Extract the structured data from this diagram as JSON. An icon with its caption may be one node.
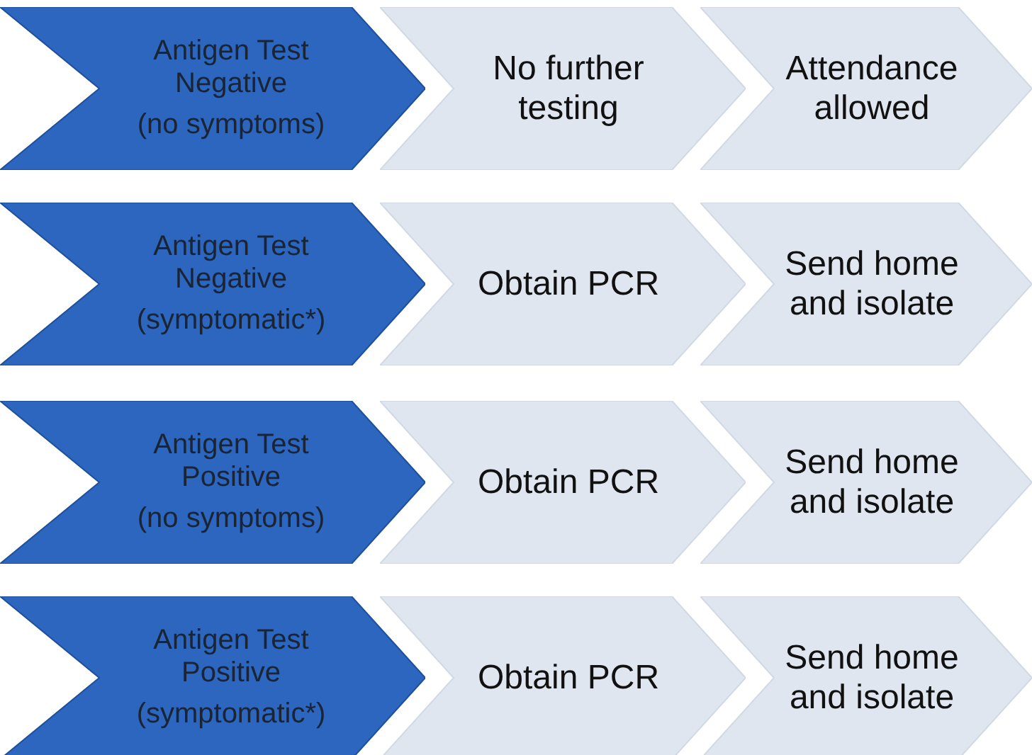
{
  "diagram": {
    "nodes": [
      {
        "text": [
          "Antigen Test Negative",
          "(no symptoms)"
        ]
      },
      {
        "text": [
          "No further testing"
        ]
      },
      {
        "text": [
          "Attendance allowed"
        ]
      },
      {
        "text": [
          "Antigen Test Negative",
          "(symptomatic*)"
        ]
      },
      {
        "text": [
          "Obtain PCR"
        ]
      },
      {
        "text": [
          "Send home and isolate"
        ]
      },
      {
        "text": [
          "Antigen Test Positive",
          "(no symptoms)"
        ]
      },
      {
        "text": [
          "Obtain PCR"
        ]
      },
      {
        "text": [
          "Send home and isolate"
        ]
      },
      {
        "text": [
          "Antigen Test Positive",
          "(symptomatic*)"
        ]
      },
      {
        "text": [
          "Obtain PCR"
        ]
      },
      {
        "text": [
          "Send home and isolate"
        ]
      }
    ]
  }
}
